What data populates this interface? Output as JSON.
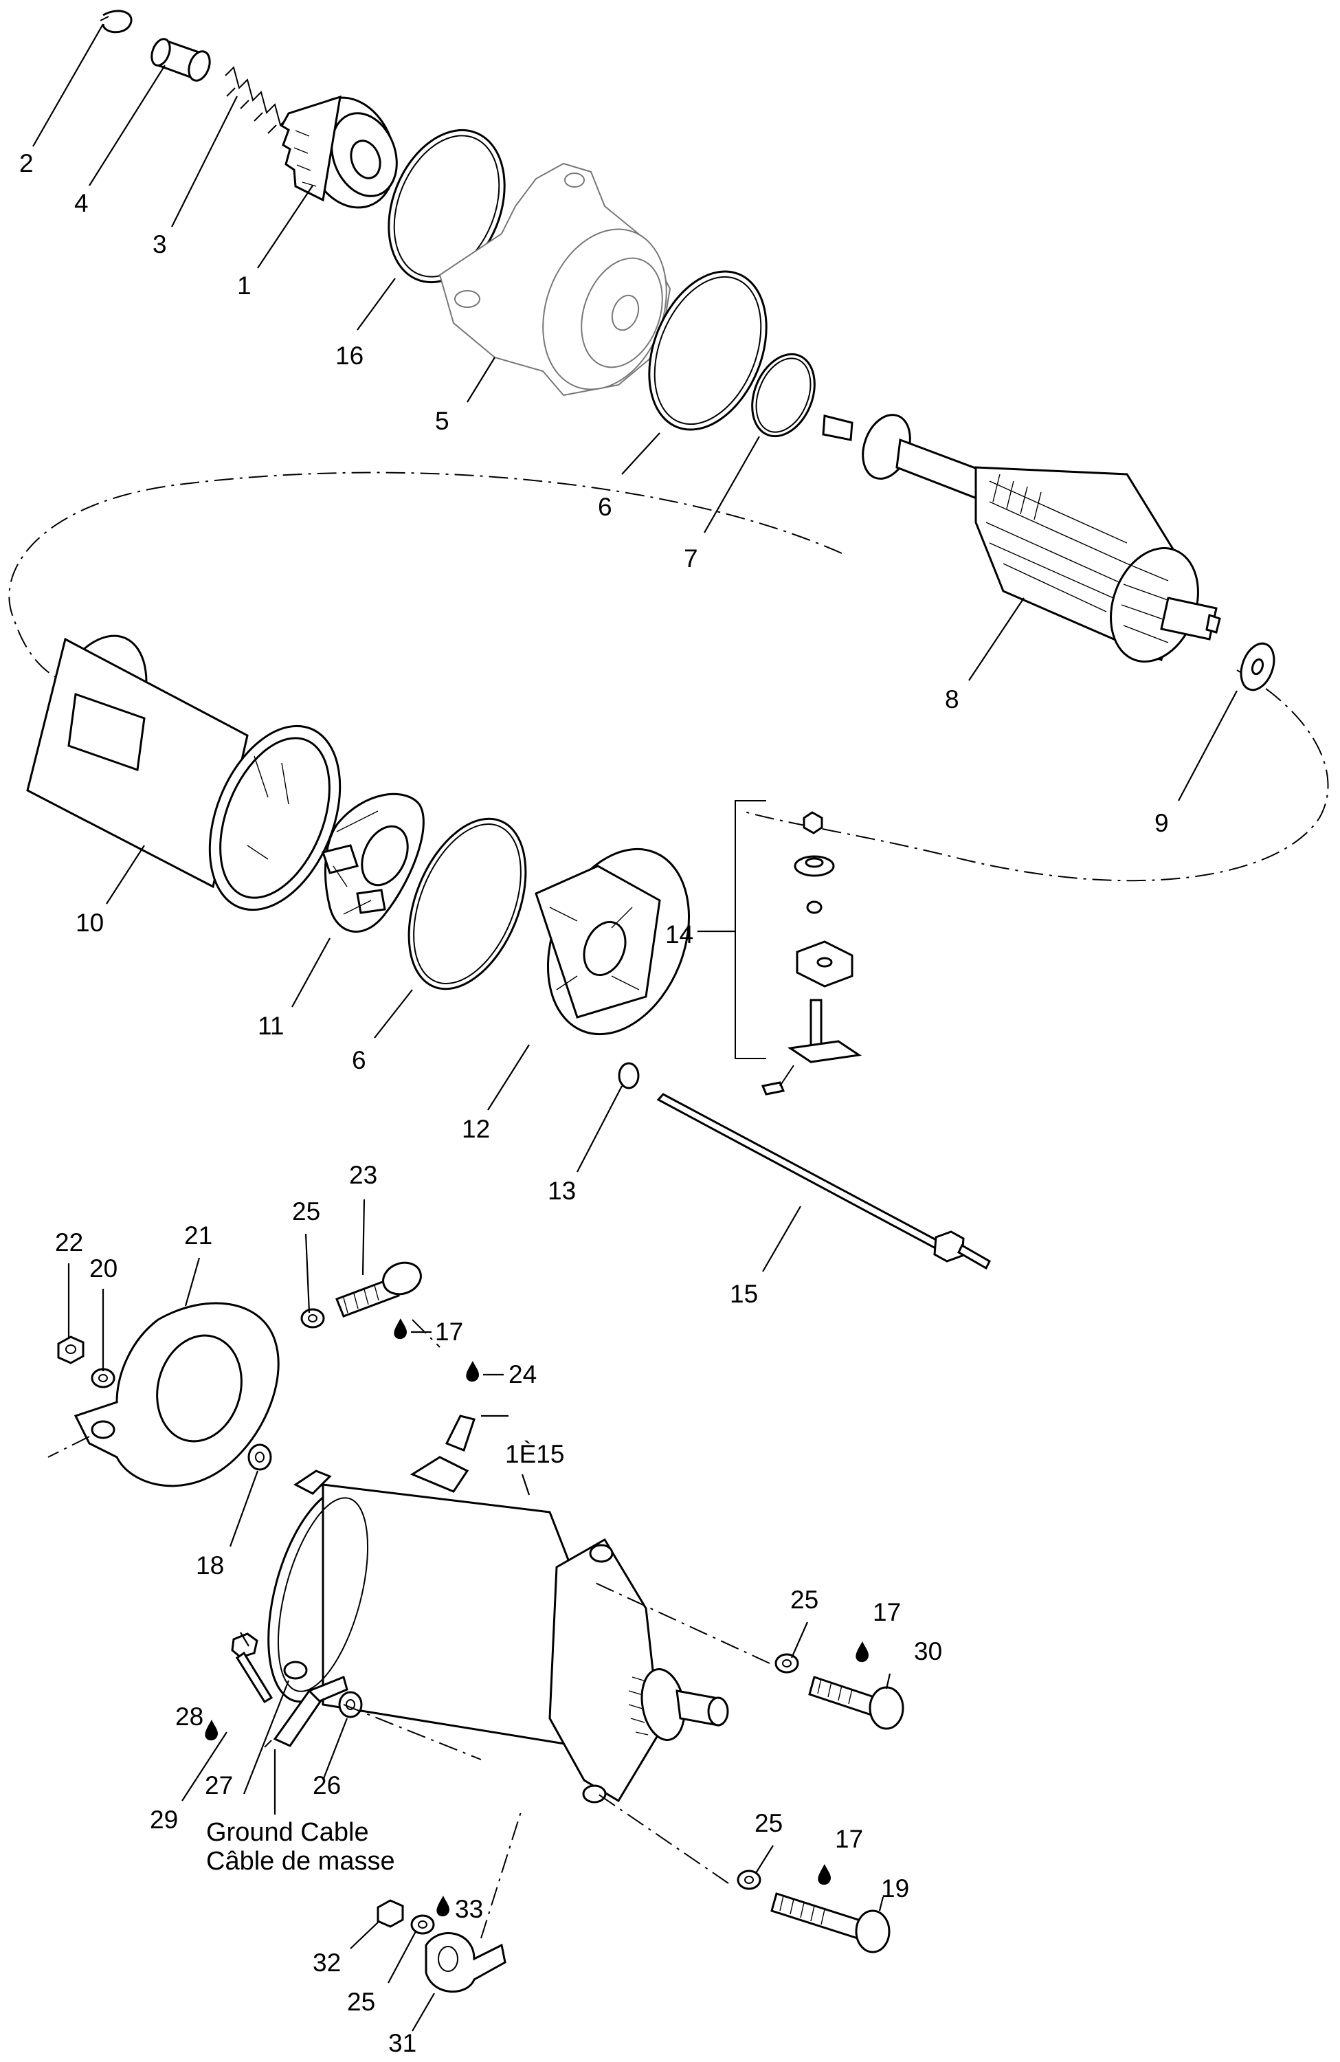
{
  "callouts": [
    {
      "id": "c2",
      "label": "2"
    },
    {
      "id": "c4",
      "label": "4"
    },
    {
      "id": "c3",
      "label": "3"
    },
    {
      "id": "c1",
      "label": "1"
    },
    {
      "id": "c16",
      "label": "16"
    },
    {
      "id": "c5",
      "label": "5"
    },
    {
      "id": "c6a",
      "label": "6"
    },
    {
      "id": "c7",
      "label": "7"
    },
    {
      "id": "c8",
      "label": "8"
    },
    {
      "id": "c9",
      "label": "9"
    },
    {
      "id": "c10",
      "label": "10"
    },
    {
      "id": "c14",
      "label": "14"
    },
    {
      "id": "c11",
      "label": "11"
    },
    {
      "id": "c6b",
      "label": "6"
    },
    {
      "id": "c12",
      "label": "12"
    },
    {
      "id": "c13",
      "label": "13"
    },
    {
      "id": "c15",
      "label": "15"
    },
    {
      "id": "c23",
      "label": "23"
    },
    {
      "id": "c25a",
      "label": "25"
    },
    {
      "id": "c22",
      "label": "22"
    },
    {
      "id": "c20",
      "label": "20"
    },
    {
      "id": "c21",
      "label": "21"
    },
    {
      "id": "c17a",
      "label": "17"
    },
    {
      "id": "c24",
      "label": "24"
    },
    {
      "id": "c1e15",
      "label": "1È15"
    },
    {
      "id": "c18",
      "label": "18"
    },
    {
      "id": "c25b",
      "label": "25"
    },
    {
      "id": "c17b",
      "label": "17"
    },
    {
      "id": "c30",
      "label": "30"
    },
    {
      "id": "c28",
      "label": "28"
    },
    {
      "id": "c27",
      "label": "27"
    },
    {
      "id": "c26",
      "label": "26"
    },
    {
      "id": "c29",
      "label": "29"
    },
    {
      "id": "c25c",
      "label": "25"
    },
    {
      "id": "c17c",
      "label": "17"
    },
    {
      "id": "c19",
      "label": "19"
    },
    {
      "id": "c33",
      "label": "33"
    },
    {
      "id": "c32",
      "label": "32"
    },
    {
      "id": "c25d",
      "label": "25"
    },
    {
      "id": "c31",
      "label": "31"
    }
  ],
  "caption": {
    "line1": "Ground Cable",
    "line2": "Câble de masse"
  },
  "icons": {
    "lubricant_drop": "droplet-icon"
  }
}
